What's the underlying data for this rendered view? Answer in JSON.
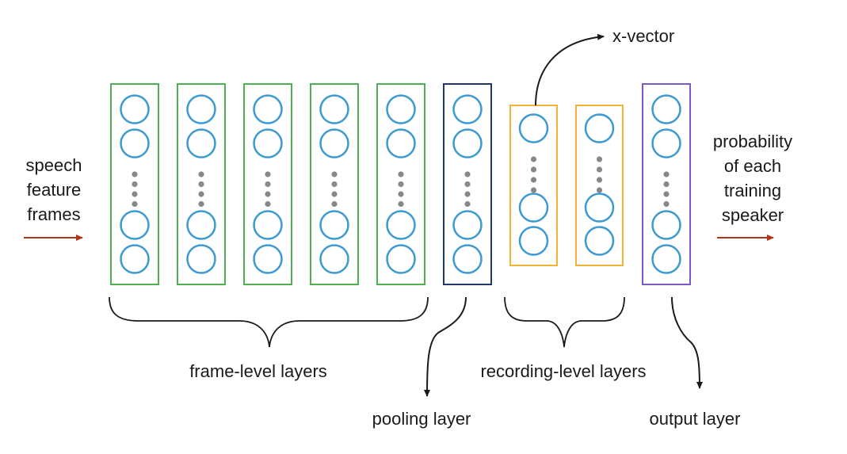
{
  "labels": {
    "input": [
      "speech",
      "feature",
      "frames"
    ],
    "output": [
      "probability",
      "of each",
      "training",
      "speaker"
    ],
    "x_vector": "x-vector",
    "frame_level": "frame-level layers",
    "recording_level": "recording-level layers",
    "pooling": "pooling layer",
    "output_layer": "output layer"
  },
  "layers": [
    {
      "id": "frame-layer-1",
      "group": "frame-level",
      "color": "#4caf50"
    },
    {
      "id": "frame-layer-2",
      "group": "frame-level",
      "color": "#4caf50"
    },
    {
      "id": "frame-layer-3",
      "group": "frame-level",
      "color": "#4caf50"
    },
    {
      "id": "frame-layer-4",
      "group": "frame-level",
      "color": "#4caf50"
    },
    {
      "id": "frame-layer-5",
      "group": "frame-level",
      "color": "#4caf50"
    },
    {
      "id": "pooling-layer",
      "group": "pooling",
      "color": "#1f3a68"
    },
    {
      "id": "recording-layer-1",
      "group": "recording-level",
      "color": "#f5b335"
    },
    {
      "id": "recording-layer-2",
      "group": "recording-level",
      "color": "#f5b335"
    },
    {
      "id": "output-layer",
      "group": "output",
      "color": "#7e57c2"
    }
  ],
  "colors": {
    "node": "#3d9ad1",
    "dots": "#888888",
    "arrow_io": "#b0341a",
    "lines": "#1a1a1a"
  }
}
